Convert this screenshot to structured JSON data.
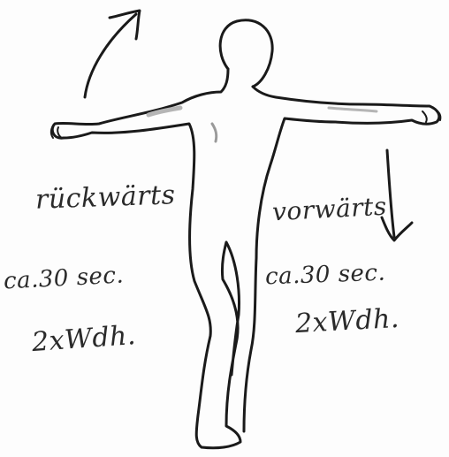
{
  "labels": {
    "left_direction": "rückwärts",
    "right_direction": "vorwärts",
    "left_duration": "ca.30 sec.",
    "right_duration": "ca.30 sec.",
    "left_repetitions": "2xWdh.",
    "right_repetitions": "2xWdh."
  },
  "colors": {
    "ink": "#1a1a1a",
    "paper": "#fdfdfd",
    "shading": "#b5b5b5"
  },
  "icons": {
    "left_arrow": "curved-arrow-up-right-icon",
    "right_arrow": "arrow-down-icon"
  }
}
